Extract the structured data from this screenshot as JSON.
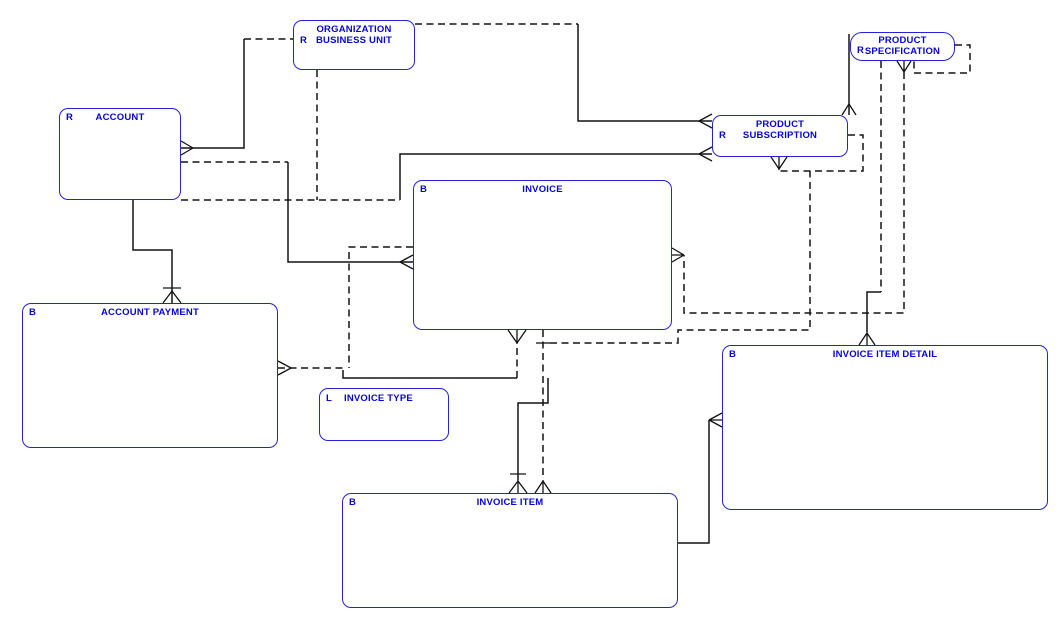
{
  "diagram": {
    "type": "entity-relationship-diagram",
    "notation": "barker-crow-foot",
    "colors": {
      "entity_border": "#2323dd",
      "entity_text": "#0404dd",
      "relationship_line": "#141414",
      "background": "#ffffff"
    },
    "entities": [
      {
        "id": "org-business-unit",
        "prefix": "R",
        "line1": "ORGANIZATION",
        "line2": "BUSINESS UNIT"
      },
      {
        "id": "account",
        "prefix": "R",
        "line1": "ACCOUNT"
      },
      {
        "id": "product-specification",
        "prefix": "R",
        "line1": "PRODUCT",
        "line2": "SPECIFICATION"
      },
      {
        "id": "product-subscription",
        "prefix": "R",
        "line1": "PRODUCT",
        "line2": "SUBSCRIPTION"
      },
      {
        "id": "invoice",
        "prefix": "B",
        "line1": "INVOICE"
      },
      {
        "id": "account-payment",
        "prefix": "B",
        "line1": "ACCOUNT PAYMENT"
      },
      {
        "id": "invoice-type",
        "prefix": "L",
        "line1": "INVOICE TYPE"
      },
      {
        "id": "invoice-item",
        "prefix": "B",
        "line1": "INVOICE ITEM"
      },
      {
        "id": "invoice-item-detail",
        "prefix": "B",
        "line1": "INVOICE ITEM DETAIL"
      }
    ],
    "relationships": [
      {
        "name": "account-org-business-unit",
        "from": "ACCOUNT",
        "to": "ORGANIZATION BUSINESS UNIT",
        "crow_at": "ACCOUNT",
        "line": "solid-dashed"
      },
      {
        "name": "org-business-unit-subscription",
        "from": "ORGANIZATION BUSINESS UNIT",
        "to": "PRODUCT SUBSCRIPTION",
        "crow_at": "PRODUCT SUBSCRIPTION",
        "line": "dashed-solid"
      },
      {
        "name": "account-invoice",
        "from": "ACCOUNT",
        "to": "INVOICE",
        "crow_at": "INVOICE",
        "line": "dashed-solid"
      },
      {
        "name": "account-product-subscription",
        "from": "ACCOUNT",
        "to": "PRODUCT SUBSCRIPTION",
        "crow_at": "PRODUCT SUBSCRIPTION",
        "line": "dashed-solid"
      },
      {
        "name": "org-business-unit-branch",
        "from": "ORGANIZATION BUSINESS UNIT",
        "to": "junction",
        "crow_at": null,
        "line": "dashed"
      },
      {
        "name": "account-account-payment",
        "from": "ACCOUNT",
        "to": "ACCOUNT PAYMENT",
        "crow_at": "ACCOUNT PAYMENT",
        "line": "solid",
        "mandatory_bar": true
      },
      {
        "name": "account-payment-invoice",
        "from": "ACCOUNT PAYMENT",
        "to": "INVOICE",
        "crow_at": "both",
        "line": "dashed-solid"
      },
      {
        "name": "invoice-account-payment-alt",
        "from": "INVOICE",
        "to": "junction",
        "crow_at": null,
        "line": "dashed"
      },
      {
        "name": "invoice-invoice-item-identifying",
        "from": "INVOICE",
        "to": "INVOICE ITEM",
        "crow_at": "INVOICE ITEM",
        "line": "solid",
        "mandatory_bar": true
      },
      {
        "name": "invoice-invoice-item-secondary",
        "from": "INVOICE",
        "to": "INVOICE ITEM",
        "crow_at": "INVOICE ITEM",
        "line": "dashed",
        "mandatory_bar": true
      },
      {
        "name": "invoice-product-subscription",
        "from": "INVOICE",
        "to": "PRODUCT SUBSCRIPTION",
        "crow_at": null,
        "line": "dashed"
      },
      {
        "name": "product-subscription-self",
        "from": "PRODUCT SUBSCRIPTION",
        "to": "PRODUCT SUBSCRIPTION",
        "crow_at": "PRODUCT SUBSCRIPTION",
        "line": "dashed"
      },
      {
        "name": "product-specification-self",
        "from": "PRODUCT SPECIFICATION",
        "to": "PRODUCT SPECIFICATION",
        "crow_at": null,
        "line": "dashed"
      },
      {
        "name": "product-spec-subscription",
        "from": "PRODUCT SPECIFICATION",
        "to": "PRODUCT SUBSCRIPTION",
        "crow_at": "PRODUCT SUBSCRIPTION",
        "line": "solid"
      },
      {
        "name": "product-spec-invoice",
        "from": "PRODUCT SPECIFICATION",
        "to": "INVOICE",
        "crow_at": "both",
        "line": "dashed"
      },
      {
        "name": "product-spec-invoice-item-detail",
        "from": "PRODUCT SPECIFICATION",
        "to": "INVOICE ITEM DETAIL",
        "crow_at": "INVOICE ITEM DETAIL",
        "line": "dashed-solid"
      },
      {
        "name": "invoice-item-detail-link",
        "from": "INVOICE ITEM",
        "to": "INVOICE ITEM DETAIL",
        "crow_at": "INVOICE ITEM DETAIL",
        "line": "solid"
      }
    ]
  }
}
